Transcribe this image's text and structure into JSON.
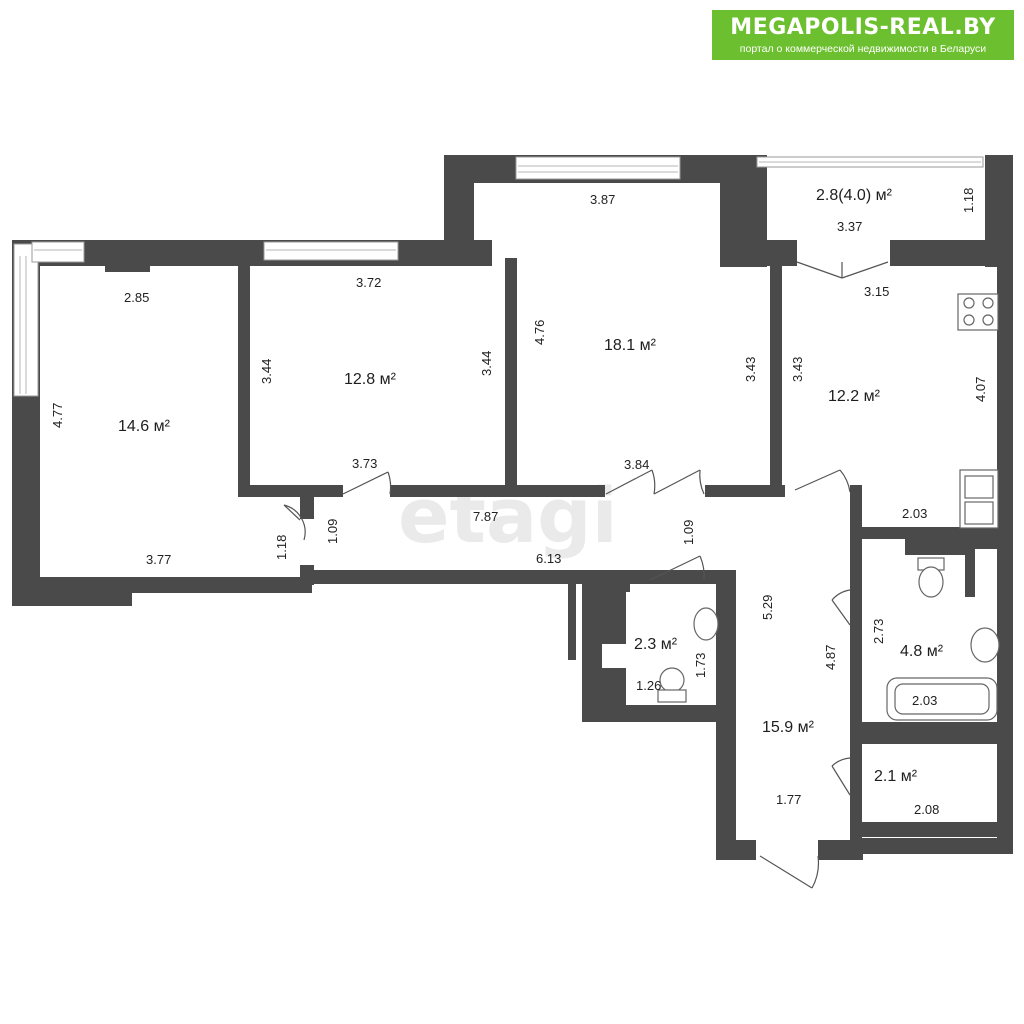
{
  "logo": {
    "brand": "MEGAPOLIS-REAL.BY",
    "tagline": "портал о коммерческой недвижимости в Беларуси"
  },
  "watermark": "etagi",
  "colors": {
    "wall": "#4a4a4a",
    "logo_bg": "#6cbf2e",
    "text": "#1e1e1e"
  },
  "rooms": [
    {
      "id": "room-1",
      "area": "14.6 м²"
    },
    {
      "id": "room-2",
      "area": "12.8 м²"
    },
    {
      "id": "room-3",
      "area": "18.1 м²"
    },
    {
      "id": "balcony",
      "area": "2.8(4.0) м²"
    },
    {
      "id": "kitchen",
      "area": "12.2 м²"
    },
    {
      "id": "wc",
      "area": "2.3 м²"
    },
    {
      "id": "bathroom",
      "area": "4.8 м²"
    },
    {
      "id": "hall",
      "area": "15.9 м²"
    },
    {
      "id": "storage",
      "area": "2.1 м²"
    }
  ],
  "dimensions": [
    "2.85",
    "4.77",
    "3.77",
    "1.18",
    "1.09",
    "3.72",
    "3.44",
    "3.44",
    "3.73",
    "3.87",
    "4.76",
    "3.43",
    "3.84",
    "1.18",
    "3.37",
    "3.15",
    "3.43",
    "4.07",
    "2.03",
    "7.87",
    "6.13",
    "1.09",
    "1.73",
    "1.26",
    "5.29",
    "4.87",
    "1.77",
    "2.73",
    "2.03",
    "2.08"
  ]
}
